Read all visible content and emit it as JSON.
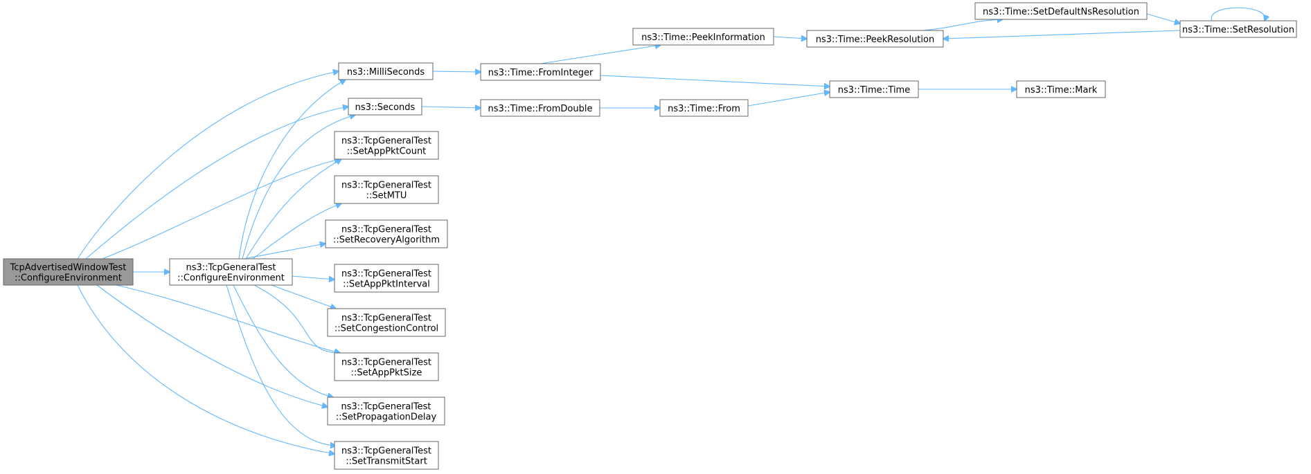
{
  "diagram": {
    "type": "call-graph",
    "colors": {
      "edge": "#63b8ff",
      "root_fill": "#999999",
      "node_border": "#666666"
    },
    "nodes": [
      {
        "id": "root",
        "lines": [
          "TcpAdvertisedWindowTest",
          "::ConfigureEnvironment"
        ],
        "highlighted": true
      },
      {
        "id": "cfg",
        "lines": [
          "ns3::TcpGeneralTest",
          "::ConfigureEnvironment"
        ]
      },
      {
        "id": "milli",
        "lines": [
          "ns3::MilliSeconds"
        ]
      },
      {
        "id": "seconds",
        "lines": [
          "ns3::Seconds"
        ]
      },
      {
        "id": "pktcount",
        "lines": [
          "ns3::TcpGeneralTest",
          "::SetAppPktCount"
        ]
      },
      {
        "id": "mtu",
        "lines": [
          "ns3::TcpGeneralTest",
          "::SetMTU"
        ]
      },
      {
        "id": "recovery",
        "lines": [
          "ns3::TcpGeneralTest",
          "::SetRecoveryAlgorithm"
        ]
      },
      {
        "id": "interval",
        "lines": [
          "ns3::TcpGeneralTest",
          "::SetAppPktInterval"
        ]
      },
      {
        "id": "congestion",
        "lines": [
          "ns3::TcpGeneralTest",
          "::SetCongestionControl"
        ]
      },
      {
        "id": "pktsize",
        "lines": [
          "ns3::TcpGeneralTest",
          "::SetAppPktSize"
        ]
      },
      {
        "id": "propdelay",
        "lines": [
          "ns3::TcpGeneralTest",
          "::SetPropagationDelay"
        ]
      },
      {
        "id": "transmit",
        "lines": [
          "ns3::TcpGeneralTest",
          "::SetTransmitStart"
        ]
      },
      {
        "id": "fromint",
        "lines": [
          "ns3::Time::FromInteger"
        ]
      },
      {
        "id": "fromdbl",
        "lines": [
          "ns3::Time::FromDouble"
        ]
      },
      {
        "id": "peekinfo",
        "lines": [
          "ns3::Time::PeekInformation"
        ]
      },
      {
        "id": "peekres",
        "lines": [
          "ns3::Time::PeekResolution"
        ]
      },
      {
        "id": "setdefault",
        "lines": [
          "ns3::Time::SetDefaultNsResolution"
        ]
      },
      {
        "id": "setres",
        "lines": [
          "ns3::Time::SetResolution"
        ]
      },
      {
        "id": "time",
        "lines": [
          "ns3::Time::Time"
        ]
      },
      {
        "id": "mark",
        "lines": [
          "ns3::Time::Mark"
        ]
      },
      {
        "id": "from",
        "lines": [
          "ns3::Time::From"
        ]
      }
    ],
    "edges": [
      [
        "root",
        "cfg"
      ],
      [
        "root",
        "milli"
      ],
      [
        "root",
        "seconds"
      ],
      [
        "root",
        "pktcount"
      ],
      [
        "root",
        "pktsize"
      ],
      [
        "root",
        "propdelay"
      ],
      [
        "root",
        "transmit"
      ],
      [
        "cfg",
        "milli"
      ],
      [
        "cfg",
        "seconds"
      ],
      [
        "cfg",
        "pktcount"
      ],
      [
        "cfg",
        "mtu"
      ],
      [
        "cfg",
        "recovery"
      ],
      [
        "cfg",
        "interval"
      ],
      [
        "cfg",
        "congestion"
      ],
      [
        "cfg",
        "pktsize"
      ],
      [
        "cfg",
        "propdelay"
      ],
      [
        "cfg",
        "transmit"
      ],
      [
        "milli",
        "fromint"
      ],
      [
        "seconds",
        "fromdbl"
      ],
      [
        "fromint",
        "peekinfo"
      ],
      [
        "fromint",
        "time"
      ],
      [
        "fromdbl",
        "from"
      ],
      [
        "from",
        "time"
      ],
      [
        "peekinfo",
        "peekres"
      ],
      [
        "peekres",
        "setdefault"
      ],
      [
        "setdefault",
        "setres"
      ],
      [
        "setres",
        "peekres"
      ],
      [
        "setres",
        "setres"
      ],
      [
        "time",
        "mark"
      ]
    ]
  }
}
